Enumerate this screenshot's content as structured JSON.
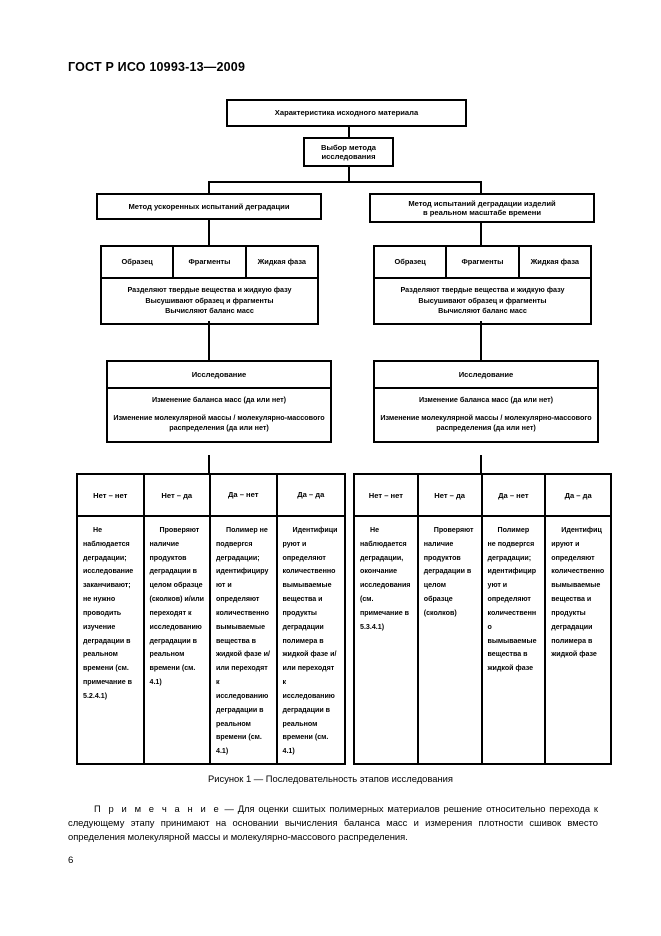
{
  "document": {
    "header": "ГОСТ Р ИСО 10993-13—2009",
    "page_number": "6",
    "figure_caption": "Рисунок 1 — Последовательность этапов исследования",
    "note_label": "П р и м е ч а н и е",
    "note_dash": " — ",
    "note_text": "Для оценки сшитых полимерных материалов решение относительно перехода к следующему этапу принимают на основании вычисления баланса масс и измерения плотности сшивок вместо определения молекулярной массы и молекулярно-массового распределения."
  },
  "flowchart": {
    "characteristic": "Характеристика исходного материала",
    "method_choice_line1": "Выбор метода",
    "method_choice_line2": "исследования",
    "method_accelerated": "Метод ускоренных испытаний деградации",
    "method_realtime_line1": "Метод испытаний деградации изделий",
    "method_realtime_line2": "в реальном масштабе времени",
    "sample_cells": [
      "Образец",
      "Фрагменты",
      "Жидкая фаза"
    ],
    "sample_desc_lines": [
      "Разделяют твердые вещества и жидкую фазу",
      "Высушивают образец и фрагменты",
      "Вычисляют баланс масс"
    ],
    "research_title": "Исследование",
    "research_line1": "Изменение баланса масс (да или нет)",
    "research_line2": "Изменение молекулярной массы / молекулярно-массового распределения (да или нет)",
    "outcome_headers": [
      "Нет – нет",
      "Нет – да",
      "Да – нет",
      "Да – да"
    ],
    "outcomes_accelerated": [
      "Не наблюдается деградации; исследование заканчивают; не нужно проводить изучение деградации в реальном времени (см. примечание в 5.2.4.1)",
      "Проверяют наличие продуктов деградации в целом образце (сколков) и/или переходят к исследованию деградации в реальном времени (см. 4.1)",
      "Полимер не подвергся деградации; идентифицируют и определяют количественно вымываемые вещества в жидкой фазе и/или переходят к исследованию деградации в реальном времени (см. 4.1)",
      "Идентифицируют и определяют количественно вымываемые вещества и продукты деградации полимера в жидкой фазе и/или переходят к исследованию деградации в реальном времени (см. 4.1)"
    ],
    "outcomes_realtime": [
      "Не наблюдается деградации, окончание исследования (см. примечание в 5.3.4.1)",
      "Проверяют наличие продуктов деградации в целом образце (сколков)",
      "Полимер не подвергся деградации; идентифицируют и определяют количественно вымываемые вещества в жидкой фазе",
      "Идентифицируют и определяют количественно вымываемые вещества и продукты деградации полимера в жидкой фазе"
    ]
  }
}
